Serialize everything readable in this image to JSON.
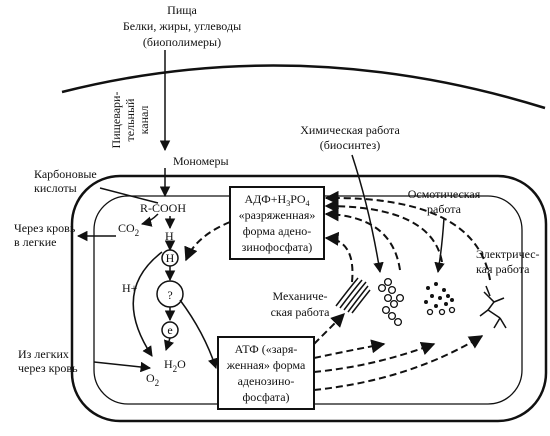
{
  "food": {
    "title": "Пища",
    "line2": "Белки, жиры, углеводы",
    "line3": "(биополимеры)"
  },
  "canal": {
    "line1": "Пищевари-",
    "line2": "тельный",
    "line3": "канал"
  },
  "monomers": "Мономеры",
  "carboxylic": {
    "line1": "Карбоновые",
    "line2": "кислоты"
  },
  "r_cooh": "R-COOH",
  "blood_to_lungs": {
    "line1": "Через кровь",
    "line2": "в легкие"
  },
  "lungs_via_blood": {
    "line1": "Из легких",
    "line2": "через кровь"
  },
  "co2": {
    "base": "CO",
    "sub": "2"
  },
  "o2": {
    "base": "O",
    "sub": "2"
  },
  "h2o": {
    "base": "H",
    "sub": "2",
    "tail": "O"
  },
  "h_label": "H",
  "h_plus": "H+",
  "node_h": "H",
  "node_q": "?",
  "node_e": "e",
  "adp_box": {
    "line1_a": "АДФ+H",
    "line1_sub1": "3",
    "line1_b": "PO",
    "line1_sub2": "4",
    "line2": "«разряженная»",
    "line3": "форма адено-",
    "line4": "зинофосфата)"
  },
  "atp_box": {
    "line1": "АТФ («заря-",
    "line2": "женная» форма",
    "line3": "аденозино-",
    "line4": "фосфата)"
  },
  "chemical_work": {
    "line1": "Химическая работа",
    "line2": "(биосинтез)"
  },
  "osmotic_work": {
    "line1": "Осмотическая",
    "line2": "работа"
  },
  "electric_work": {
    "line1": "Электричес-",
    "line2": "кая работа"
  },
  "mechanical_work": {
    "line1": "Механиче-",
    "line2": "ская работа"
  }
}
